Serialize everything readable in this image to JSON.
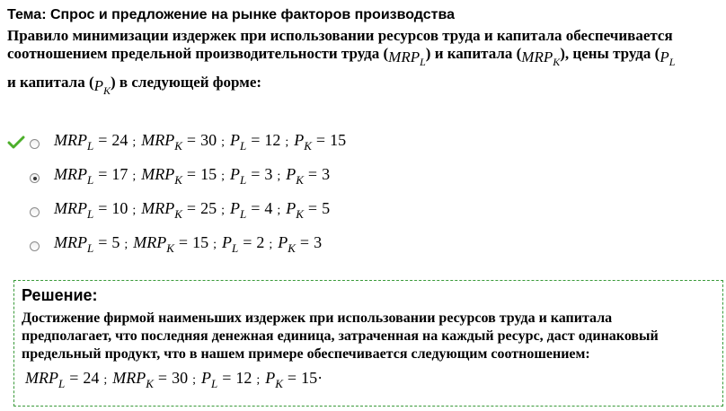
{
  "topic": "Тема: Спрос и предложение на рынке факторов производства",
  "question": {
    "line1": "Правило минимизации издержек при использовании ресурсов труда и капитала обеспечивается",
    "line2_a": "соотношением предельной производительности труда (",
    "line2_b": ") и капитала (",
    "line2_c": "), цены труда (",
    "line3_a": "и капитала (",
    "line3_b": ") в следующей форме:",
    "sym_mrpl": "MRP",
    "sym_mrpk": "MRP",
    "sym_pl": "P",
    "sym_pk": "P",
    "sub_l": "L",
    "sub_k": "K"
  },
  "options": [
    {
      "mrpl": "24",
      "mrpk": "30",
      "pl": "12",
      "pk": "15",
      "correct": true,
      "selected": false
    },
    {
      "mrpl": "17",
      "mrpk": "15",
      "pl": "3",
      "pk": "3",
      "correct": false,
      "selected": true
    },
    {
      "mrpl": "10",
      "mrpk": "25",
      "pl": "4",
      "pk": "5",
      "correct": false,
      "selected": false
    },
    {
      "mrpl": "5",
      "mrpk": "15",
      "pl": "2",
      "pk": "3",
      "correct": false,
      "selected": false
    }
  ],
  "formula": {
    "mrp": "MRP",
    "p": "P",
    "sub_l": "L",
    "sub_k": "K",
    "eq": "=",
    "semi": ";"
  },
  "solution": {
    "title": "Решение:",
    "line1": "Достижение фирмой наименьших издержек при использовании ресурсов труда и капитала",
    "line2": "предполагает, что последняя денежная единица, затраченная на каждый ресурс, даст одинаковый",
    "line3": "предельный продукт, что в нашем примере обеспечивается следующим соотношением:",
    "mrpl": "24",
    "mrpk": "30",
    "pl": "12",
    "pk": "15",
    "end": "·"
  },
  "colors": {
    "check": "#4caf2a",
    "border": "#3a9a3a"
  }
}
